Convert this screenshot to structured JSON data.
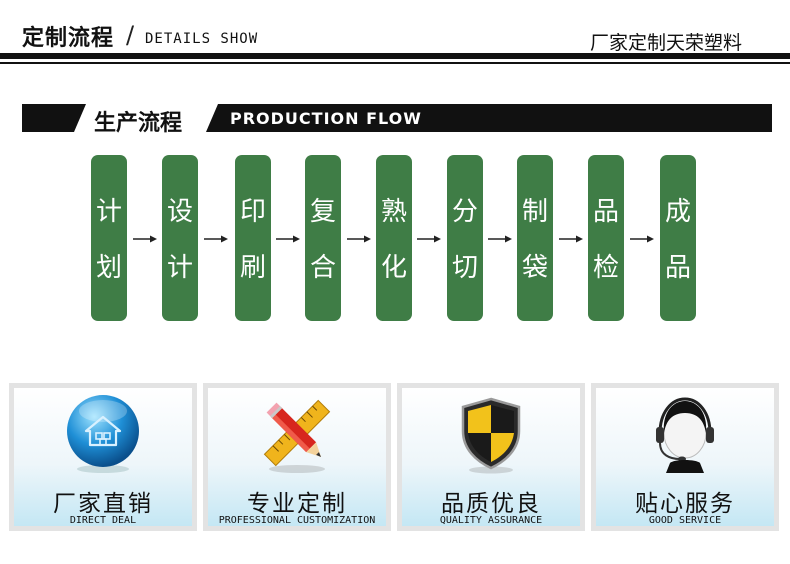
{
  "header": {
    "title": "定制流程",
    "separator": "/",
    "subtitle": "DETAILS SHOW",
    "company": "厂家定制天荣塑料"
  },
  "section": {
    "title_cn": "生产流程",
    "title_en": "PRODUCTION FLOW"
  },
  "flow_steps": [
    {
      "c1": "计",
      "c2": "划"
    },
    {
      "c1": "设",
      "c2": "计"
    },
    {
      "c1": "印",
      "c2": "刷"
    },
    {
      "c1": "复",
      "c2": "合"
    },
    {
      "c1": "熟",
      "c2": "化"
    },
    {
      "c1": "分",
      "c2": "切"
    },
    {
      "c1": "制",
      "c2": "袋"
    },
    {
      "c1": "品",
      "c2": "检"
    },
    {
      "c1": "成",
      "c2": "品"
    }
  ],
  "features": [
    {
      "title": "厂家直销",
      "subtitle": "DIRECT DEAL",
      "icon": "house-globe-icon"
    },
    {
      "title": "专业定制",
      "subtitle": "PROFESSIONAL CUSTOMIZATION",
      "icon": "pencil-ruler-icon"
    },
    {
      "title": "品质优良",
      "subtitle": "QUALITY ASSURANCE",
      "icon": "shield-icon"
    },
    {
      "title": "贴心服务",
      "subtitle": "GOOD SERVICE",
      "icon": "headset-agent-icon"
    }
  ],
  "colors": {
    "step_green": "#3f7d46",
    "dark": "#111111",
    "card_gradient_bottom": "#c4e7f4"
  }
}
